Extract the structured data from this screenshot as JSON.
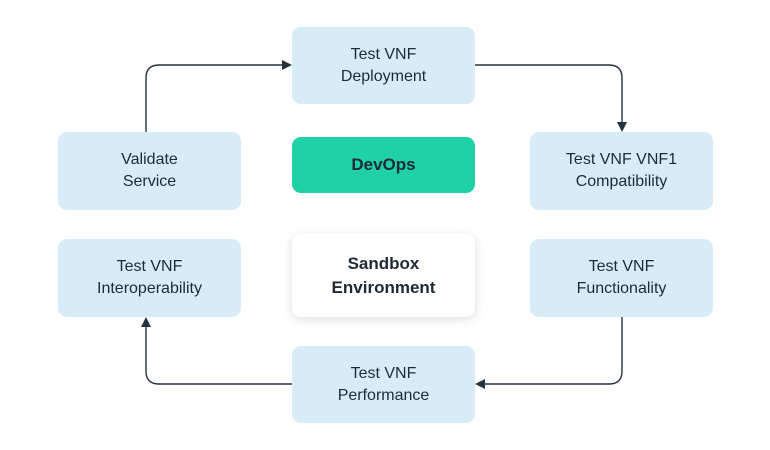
{
  "diagram": {
    "center": {
      "devops": "DevOps",
      "sandbox": [
        "Sandbox",
        "Environment"
      ]
    },
    "cycle": {
      "deployment": [
        "Test VNF",
        "Deployment"
      ],
      "compatibility": [
        "Test VNF VNF1",
        "Compatibility"
      ],
      "functionality": [
        "Test VNF",
        "Functionality"
      ],
      "performance": [
        "Test VNF",
        "Performance"
      ],
      "interoperability": [
        "Test VNF",
        "Interoperability"
      ],
      "validate": [
        "Validate",
        "Service"
      ]
    },
    "colors": {
      "box_fill": "#d8ecf8",
      "devops_fill": "#1fd1a6",
      "sandbox_fill": "#ffffff",
      "text": "#1e2b36",
      "connector": "#24323e"
    }
  }
}
